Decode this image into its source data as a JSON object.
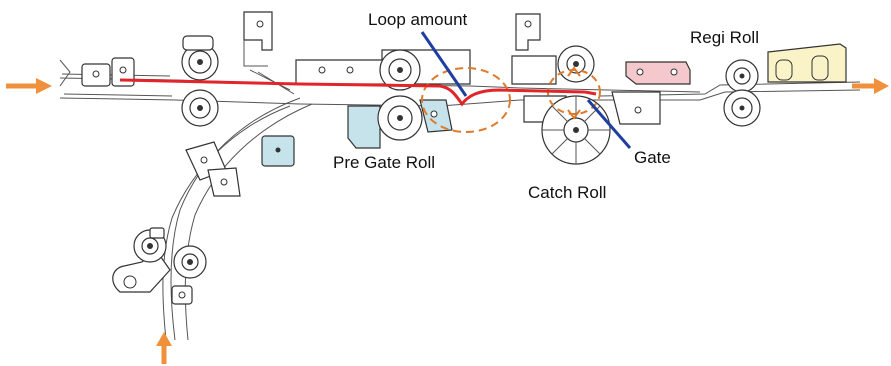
{
  "labels": {
    "loop_amount": "Loop amount",
    "regi_roll": "Regi Roll",
    "pre_gate_roll": "Pre Gate Roll",
    "gate": "Gate",
    "catch_roll": "Catch Roll"
  },
  "colors": {
    "paper_path": "#e0262a",
    "arrow": "#f0903a",
    "pointer": "#1f3fa0",
    "loop_circle": "#e07a2a",
    "blue_part": "#c6e3ec",
    "pink_part": "#f4c8cc",
    "yellow_part": "#faf3c8",
    "line": "#333333"
  }
}
